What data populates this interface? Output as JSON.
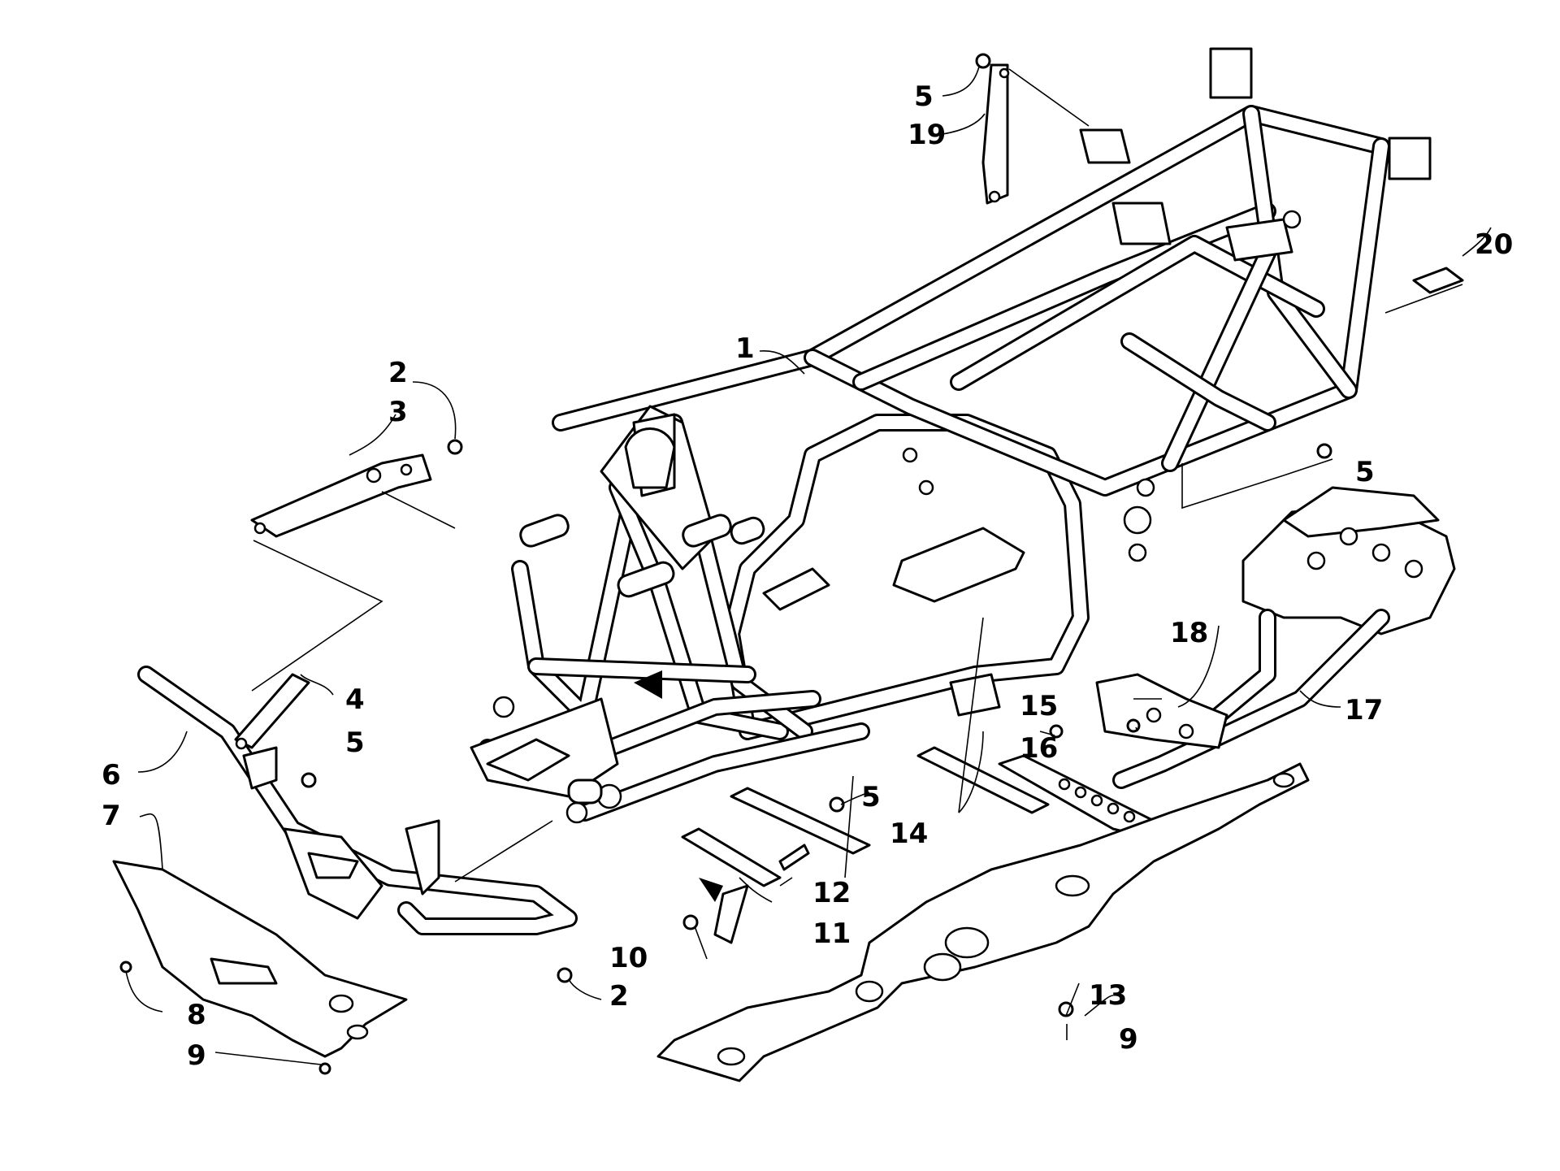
{
  "diagram": {
    "callouts": [
      {
        "id": "c1",
        "label": "1"
      },
      {
        "id": "c2a",
        "label": "2"
      },
      {
        "id": "c2b",
        "label": "2"
      },
      {
        "id": "c3",
        "label": "3"
      },
      {
        "id": "c4",
        "label": "4"
      },
      {
        "id": "c5a",
        "label": "5"
      },
      {
        "id": "c5b",
        "label": "5"
      },
      {
        "id": "c5c",
        "label": "5"
      },
      {
        "id": "c5d",
        "label": "5"
      },
      {
        "id": "c6",
        "label": "6"
      },
      {
        "id": "c7",
        "label": "7"
      },
      {
        "id": "c8",
        "label": "8"
      },
      {
        "id": "c9a",
        "label": "9"
      },
      {
        "id": "c9b",
        "label": "9"
      },
      {
        "id": "c10",
        "label": "10"
      },
      {
        "id": "c11",
        "label": "11"
      },
      {
        "id": "c12",
        "label": "12"
      },
      {
        "id": "c13",
        "label": "13"
      },
      {
        "id": "c14",
        "label": "14"
      },
      {
        "id": "c15",
        "label": "15"
      },
      {
        "id": "c16",
        "label": "16"
      },
      {
        "id": "c17",
        "label": "17"
      },
      {
        "id": "c18",
        "label": "18"
      },
      {
        "id": "c19",
        "label": "19"
      },
      {
        "id": "c20",
        "label": "20"
      }
    ]
  }
}
